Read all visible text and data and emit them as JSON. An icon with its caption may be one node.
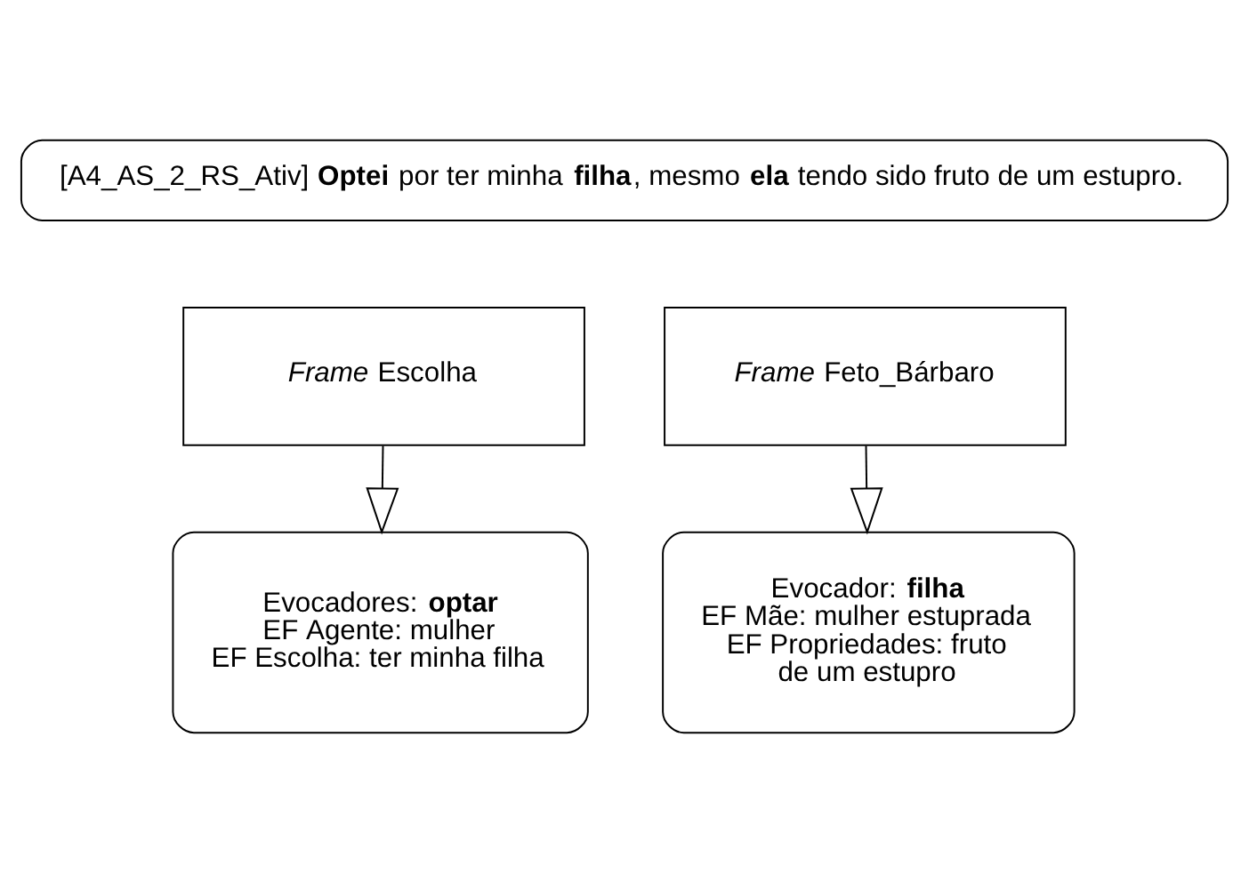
{
  "diagram": {
    "nodes": [
      {
        "text": [
          "[A4_AS_2_RS_Ativ] **Optei** por ter minha **filha**, mesmo **ela** tendo sido fruto de um estupro."
        ]
      },
      {
        "text": [
          "*Frame* Escolha"
        ]
      },
      {
        "text": [
          "*Frame* Feto_Bárbaro"
        ]
      },
      {
        "text": [
          "Evocadores: **optar**",
          "EF Agente: mulher",
          "EF Escolha: ter minha filha"
        ]
      },
      {
        "text": [
          "Evocador: **filha**",
          "EF Mãe: mulher estuprada",
          "EF Propriedades: fruto de um estupro"
        ]
      }
    ],
    "edges": [
      {
        "from": 1,
        "to": 3,
        "arrow": "to"
      },
      {
        "from": 2,
        "to": 4,
        "arrow": "to"
      }
    ]
  }
}
